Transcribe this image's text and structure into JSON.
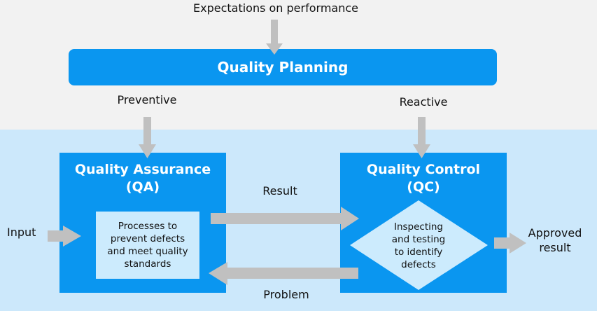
{
  "labels": {
    "expectations": "Expectations on performance",
    "preventive": "Preventive",
    "reactive": "Reactive",
    "result": "Result",
    "problem": "Problem",
    "input": "Input",
    "approved_line1": "Approved",
    "approved_line2": "result"
  },
  "planning": {
    "title": "Quality Planning"
  },
  "qa": {
    "title_line1": "Quality Assurance",
    "title_line2": "(QA)",
    "desc_lines": [
      "Processes to",
      "prevent defects",
      "and meet quality",
      "standards"
    ]
  },
  "qc": {
    "title_line1": "Quality Control",
    "title_line2": "(QC)",
    "desc_lines": [
      "Inspecting",
      "and testing",
      "to identify",
      "defects"
    ]
  },
  "colors": {
    "box_blue": "#0a96f0",
    "band_light": "#cce8fb",
    "inner_light": "#ccebfd",
    "arrow_gray": "#c0c0c0",
    "background": "#f2f2f2"
  }
}
